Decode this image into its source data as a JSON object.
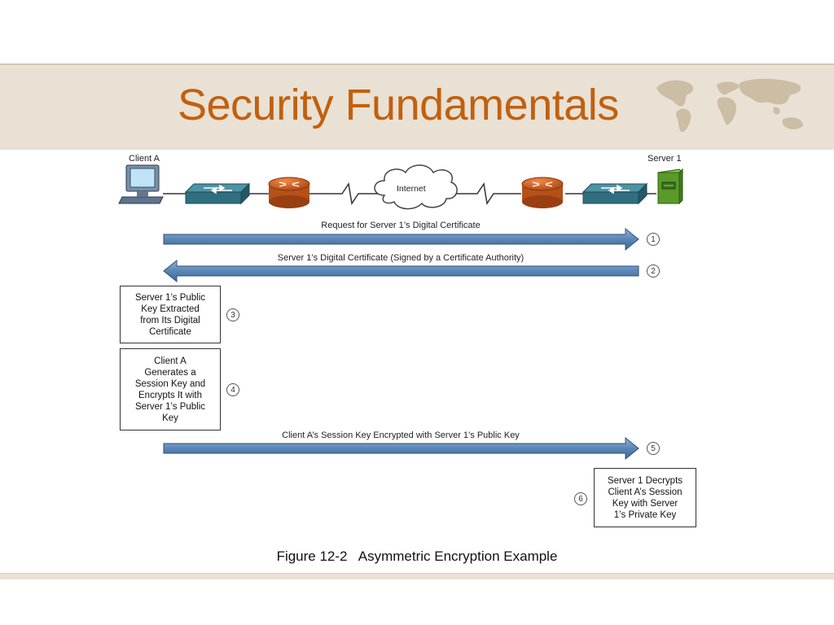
{
  "slide": {
    "title": "Security Fundamentals",
    "caption": "Figure 12-2   Asymmetric Encryption Example"
  },
  "diagram": {
    "client_label": "Client A",
    "server_label": "Server 1",
    "cloud_label": "Internet",
    "steps": [
      {
        "number": "1",
        "direction": "client-to-server",
        "label": "Request for Server 1’s Digital Certificate"
      },
      {
        "number": "2",
        "direction": "server-to-client",
        "label": "Server 1’s Digital Certificate (Signed by a Certificate Authority)"
      },
      {
        "number": "3",
        "direction": "client-local",
        "label": "Server 1’s Public\nKey Extracted\nfrom Its Digital\nCertificate"
      },
      {
        "number": "4",
        "direction": "client-local",
        "label": "Client A\nGenerates a\nSession Key and\nEncrypts It with\nServer 1’s Public\nKey"
      },
      {
        "number": "5",
        "direction": "client-to-server",
        "label": "Client A’s Session Key Encrypted with Server 1’s Public Key"
      },
      {
        "number": "6",
        "direction": "server-local",
        "label": "Server 1 Decrypts\nClient A’s Session\nKey with Server\n1’s Private Key"
      }
    ]
  },
  "colors": {
    "title": "#c2600e",
    "band": "#e9e1d4",
    "arrow_fill": "#5b86b5",
    "arrow_stroke": "#2e4f76",
    "switch": "#2f6f80",
    "router": "#c4561c",
    "server": "#5a9a2a"
  },
  "icons": [
    "world-map-icon",
    "computer-icon",
    "switch-icon",
    "router-icon",
    "cloud-icon",
    "server-icon"
  ]
}
